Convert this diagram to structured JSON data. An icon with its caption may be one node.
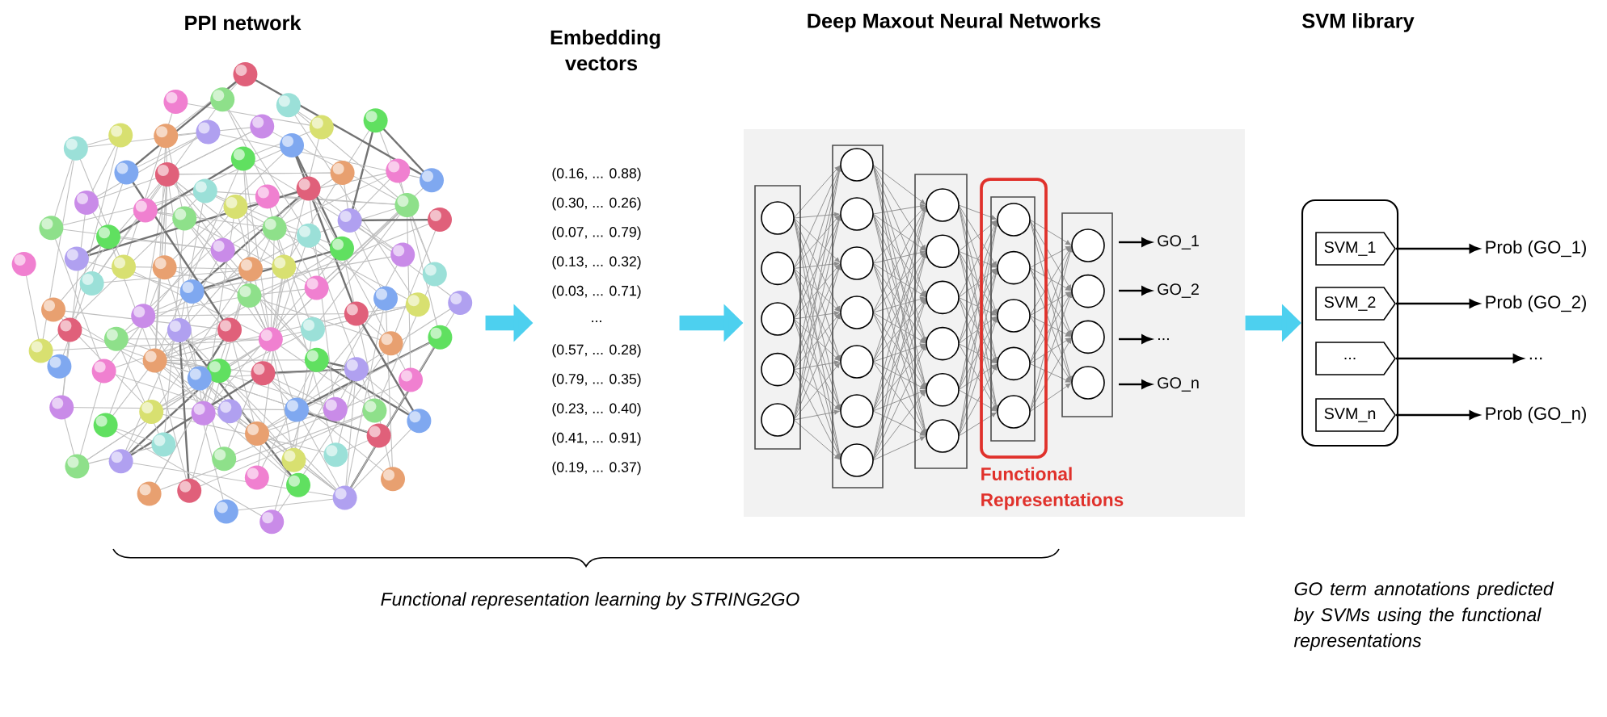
{
  "diagram": {
    "nodes": [
      {
        "text": [
          "PPI network"
        ]
      },
      {
        "text": [
          "Embedding vectors",
          "(0.16, ... 0.88)",
          "(0.30, ... 0.26)",
          "(0.07, ... 0.79)",
          "(0.13, ... 0.32)",
          "(0.03, ... 0.71)",
          "...",
          "(0.57, ... 0.28)",
          "(0.79, ... 0.35)",
          "(0.23, ... 0.40)",
          "(0.41, ... 0.91)",
          "(0.19, ... 0.37)"
        ]
      },
      {
        "text": [
          "Deep Maxout Neural Networks"
        ]
      },
      {
        "text": [
          "Functional Representations"
        ],
        "in": 2
      },
      {
        "text": [
          "GO_1"
        ],
        "in": 2
      },
      {
        "text": [
          "GO_2"
        ],
        "in": 2
      },
      {
        "text": [
          "..."
        ],
        "in": 2
      },
      {
        "text": [
          "GO_n"
        ],
        "in": 2
      },
      {
        "text": [],
        "shape": "box"
      },
      {
        "text": [
          "SVM_1"
        ],
        "in": 8
      },
      {
        "text": [
          "SVM_2"
        ],
        "in": 8
      },
      {
        "text": [
          "..."
        ],
        "in": 8
      },
      {
        "text": [
          "SVM_n"
        ],
        "in": 8
      },
      {
        "text": [
          "Prob (GO_1)"
        ]
      },
      {
        "text": [
          "Prob (GO_2)"
        ]
      },
      {
        "text": [
          "..."
        ]
      },
      {
        "text": [
          "Prob (GO_n)"
        ]
      }
    ],
    "edges": [
      {
        "from": 0,
        "to": 1,
        "arrow": "to",
        "style": "thick",
        "color": "#4dd0ef"
      },
      {
        "from": 1,
        "to": 2,
        "arrow": "to",
        "style": "thick",
        "color": "#4dd0ef"
      },
      {
        "from": 2,
        "to": 8,
        "arrow": "to",
        "style": "thick",
        "color": "#4dd0ef"
      },
      {
        "from": null,
        "to": 4,
        "arrow": "to"
      },
      {
        "from": null,
        "to": 5,
        "arrow": "to"
      },
      {
        "from": null,
        "to": 6,
        "arrow": "to"
      },
      {
        "from": null,
        "to": 7,
        "arrow": "to"
      },
      {
        "from": 9,
        "to": 13,
        "arrow": "to"
      },
      {
        "from": 10,
        "to": 14,
        "arrow": "to"
      },
      {
        "from": 11,
        "to": 15,
        "arrow": "to"
      },
      {
        "from": 12,
        "to": 16,
        "arrow": "to"
      }
    ],
    "labels": [
      "SVM library",
      "Functional representation learning by STRING2GO",
      "GO term annotations predicted by SVMs using the functional representations"
    ]
  }
}
